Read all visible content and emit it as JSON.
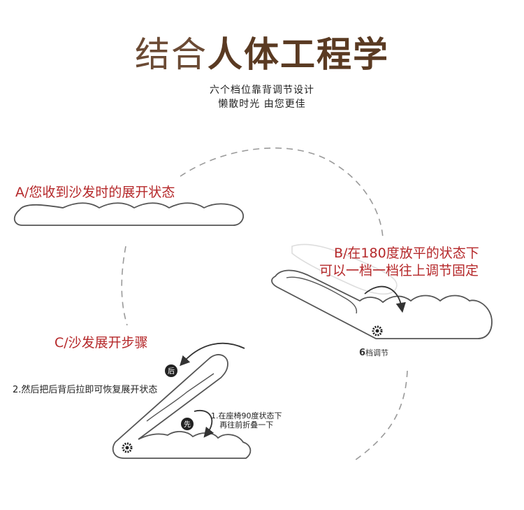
{
  "header": {
    "title_light": "结合",
    "title_bold": "人体工程学",
    "subtitle_line1": "六个档位靠背调节设计",
    "subtitle_line2": "懒散时光 由您更佳"
  },
  "state_a": {
    "label": "A/您收到沙发时的展开状态"
  },
  "state_b": {
    "label_line1": "B/在180度放平的状态下",
    "label_line2": "可以一档一档往上调节固定",
    "gear_caption_num": "6",
    "gear_caption_text": "档调节"
  },
  "state_c": {
    "label": "C/沙发展开步骤",
    "badge_after": "后",
    "badge_first": "先",
    "step2": "2.然后把后背后拉即可恢复展开状态",
    "step1_line1": "1.在座椅90度状态下",
    "step1_line2": "再往前折叠一下"
  },
  "colors": {
    "title": "#5a3a22",
    "label_red": "#b5282a",
    "outline": "#555555",
    "dashed": "#9a9a9a"
  }
}
